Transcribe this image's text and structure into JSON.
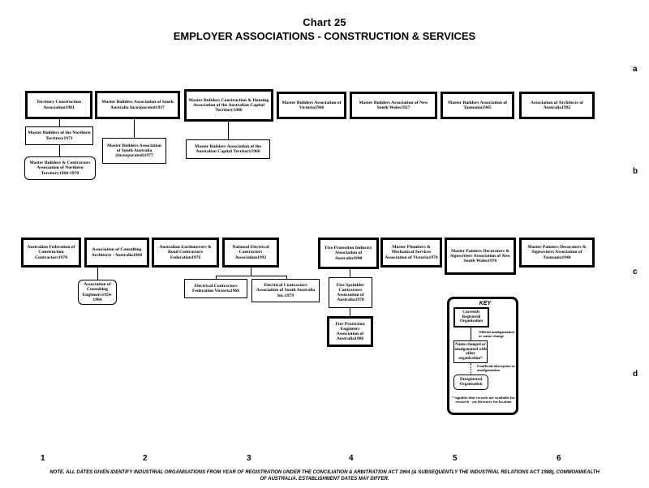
{
  "title": "Chart 25",
  "subtitle": "EMPLOYER ASSOCIATIONS - CONSTRUCTION & SERVICES",
  "row_labels": [
    "a",
    "b",
    "c",
    "d"
  ],
  "column_labels": [
    "1",
    "2",
    "3",
    "4",
    "5",
    "6"
  ],
  "row_a": [
    {
      "name": "Territory Construction Association",
      "year": "1981"
    },
    {
      "name": "Master Builders Association of South Australia Incorporated",
      "year": "1937"
    },
    {
      "name": "Master Builders Construction & Housing Association of the Australian Capital Territory",
      "year": "1986"
    },
    {
      "name": "Master Builders Association of Victoria",
      "year": "1966"
    },
    {
      "name": "Master Builders Association of New South Wales",
      "year": "1927"
    },
    {
      "name": "Master Builders Association of Tasmania",
      "year": "1945"
    },
    {
      "name": "Association of Architects of Australia",
      "year": "1992"
    }
  ],
  "row_a_sub": [
    {
      "name": "Master Builders of the Northern Territory",
      "year": "1971"
    },
    {
      "name": "Master Builders & Contractors Association of Northern Territory",
      "year": "1968-1970"
    },
    {
      "name": "Master Builders Association of South Australia (Incorporated)",
      "year": "1977"
    },
    {
      "name": "Master Builders Association of the Australian Capital Territory",
      "year": "1968"
    }
  ],
  "row_c": [
    {
      "name": "Australian Federation of Construction Contractors",
      "year": "1970"
    },
    {
      "name": "Association of Consulting Architects - Australia",
      "year": "1968"
    },
    {
      "name": "Australian Earthmovers & Road Contractors Federation",
      "year": "1976"
    },
    {
      "name": "National Electrical Contractors Association",
      "year": "1992"
    },
    {
      "name": "Fire Protection Industry Association of Australia",
      "year": "1990"
    },
    {
      "name": "Master Plumbers & Mechanical Services Association of Victoria",
      "year": "1978"
    },
    {
      "name": "Master Painters Decorators & Signwriters Association of New South Wales",
      "year": "1976"
    },
    {
      "name": "Master Painters Decorators & Signwriters Association of Tasmania",
      "year": "1940"
    }
  ],
  "row_c_sub": [
    {
      "name": "Association of Consulting Engineers",
      "year": "1954-1984"
    },
    {
      "name": "Electrical Contractors Federation Victoria",
      "year": "1968"
    },
    {
      "name": "Electrical Contractors Association of South Australia Inc.",
      "year": "1979"
    },
    {
      "name": "Fire Sprinkler Contractors Association of Australia",
      "year": "1978"
    },
    {
      "name": "Fire Protection Engineers Association of Australia",
      "year": "1986"
    }
  ],
  "key": {
    "title": "KEY",
    "currently_registered": "Currently Registered Organisation",
    "official_amalgamation": "Official amalgamation or name change",
    "name_changed": "Name changed or amalgamated with other organisation*",
    "unofficial": "Unofficial absorption or amalgamation",
    "deregistered": "Deregistered Organisation",
    "footnote": "* signifies that records are available for research - see directory for location"
  },
  "note": "NOTE. ALL DATES GIVEN IDENTIFY INDUSTRIAL ORGANISATIONS FROM YEAR OF REGISTRATION UNDER THE CONCILIATION & ARBITRATION ACT 1904 (& SUBSEQUENTLY THE INDUSTRIAL RELATIONS ACT 1988), COMMONWEALTH OF AUSTRALIA. ESTABLISHMENT DATES MAY DIFFER."
}
